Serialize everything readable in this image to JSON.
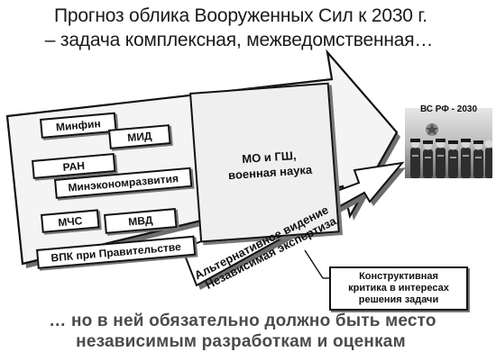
{
  "title": {
    "line1": "Прогноз облика Вооруженных Сил к 2030 г.",
    "line2": "– задача комплексная, межведомственная…"
  },
  "agencies": [
    {
      "key": "minfin",
      "label": "Минфин"
    },
    {
      "key": "mid",
      "label": "МИД"
    },
    {
      "key": "ran",
      "label": "РАН"
    },
    {
      "key": "minekonom",
      "label": "Минэкономразвития"
    },
    {
      "key": "mchs",
      "label": "МЧС"
    },
    {
      "key": "mvd",
      "label": "МВД"
    },
    {
      "key": "vpk",
      "label": "ВПК при Правительстве"
    }
  ],
  "center": {
    "line1": "МО и ГШ,",
    "line2": "военная наука"
  },
  "alt_arrow": {
    "line1": "Альтернативное видение",
    "line2": "Независимая экспертиза"
  },
  "critique": {
    "line1": "Конструктивная",
    "line2": "критика в интересах",
    "line3": "решения задачи"
  },
  "goal": {
    "label": "ВС РФ - 2030"
  },
  "footer": {
    "line1": "… но в ней обязательно должно быть место",
    "line2": "независимым разработкам и оценкам"
  },
  "colors": {
    "arrow_fill": "#f4f4f4",
    "inner_box_fill": "#efefef",
    "outline": "#111111"
  }
}
